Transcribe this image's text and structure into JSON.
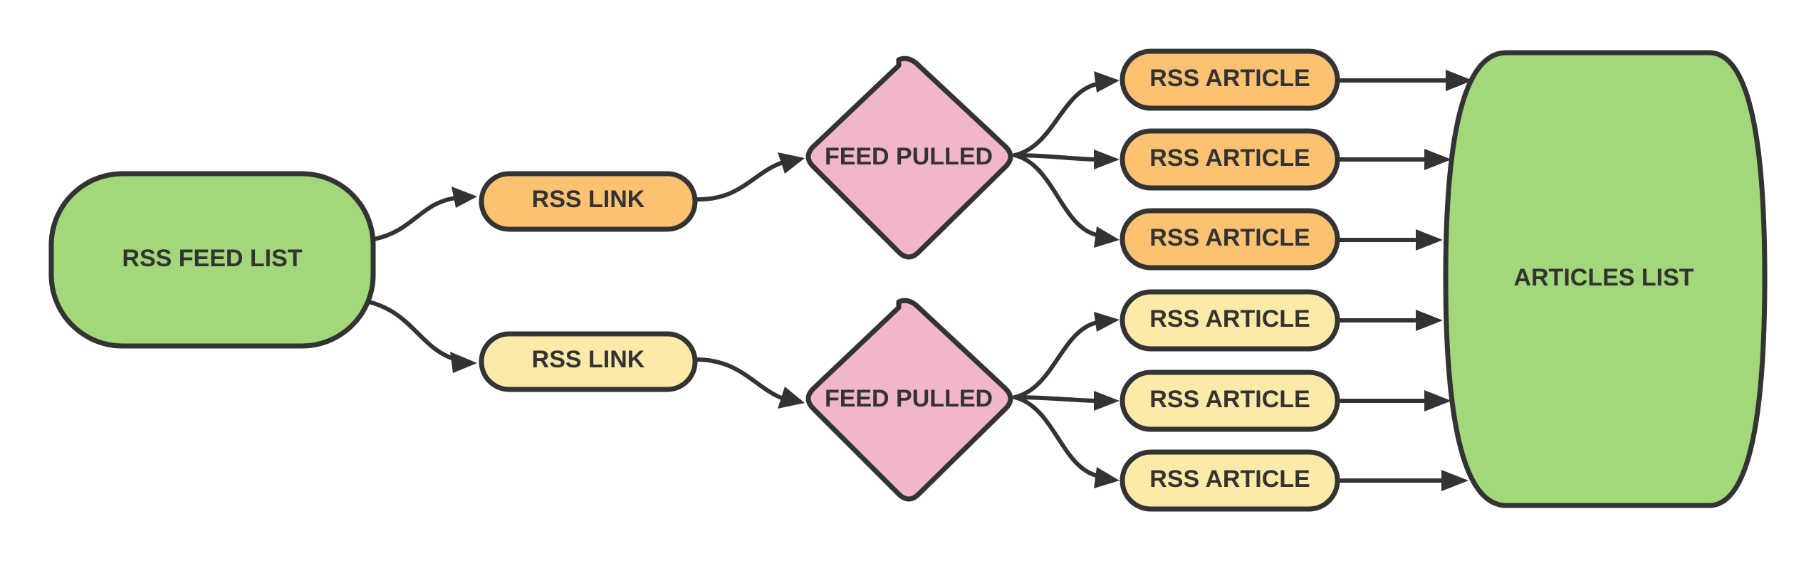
{
  "colors": {
    "terminal_green": "#a2d87a",
    "link_orange": "#fcc272",
    "link_yellow": "#fdeaa8",
    "decision_pink": "#f2b6c9",
    "stroke": "#333333"
  },
  "nodes": {
    "feed_list": "RSS FEED LIST",
    "link_top": "RSS LINK",
    "link_bottom": "RSS LINK",
    "feed_pulled_top": "FEED PULLED",
    "feed_pulled_bottom": "FEED PULLED",
    "article_top_1": "RSS ARTICLE",
    "article_top_2": "RSS ARTICLE",
    "article_top_3": "RSS ARTICLE",
    "article_bottom_1": "RSS ARTICLE",
    "article_bottom_2": "RSS ARTICLE",
    "article_bottom_3": "RSS ARTICLE",
    "articles_list": "ARTICLES LIST"
  }
}
